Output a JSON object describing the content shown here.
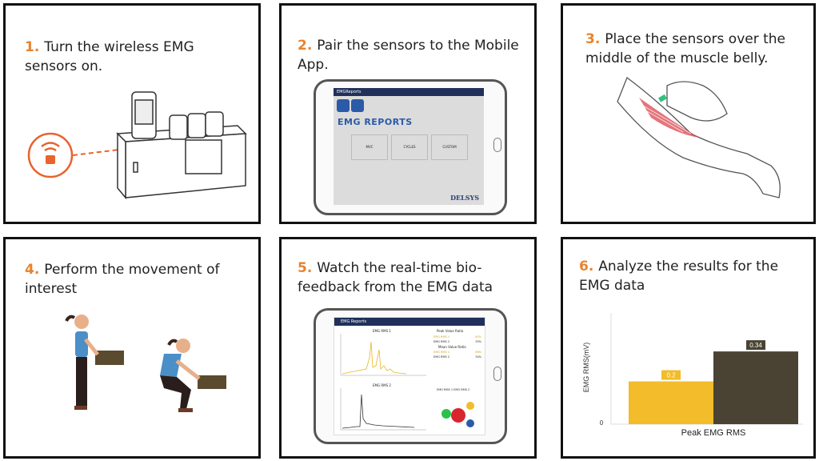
{
  "steps": [
    {
      "num": "1.",
      "text": "Turn the wireless EMG sensors on."
    },
    {
      "num": "2.",
      "text": "Pair the sensors to the Mobile App."
    },
    {
      "num": "3.",
      "text": "Place the sensors over the middle of the muscle belly."
    },
    {
      "num": "4.",
      "text": "Perform the movement of interest"
    },
    {
      "num": "5.",
      "text": "Watch the real-time bio-feedback from the EMG data"
    },
    {
      "num": "6.",
      "text": "Analyze the results for the EMG data"
    }
  ],
  "app_screen": {
    "header": "EMGReports",
    "logo": "EMG REPORTS",
    "buttons": [
      "MVC",
      "CYCLES",
      "CUSTOM"
    ],
    "brand": "DELSYS"
  },
  "feedback_screen": {
    "header": "EMG Reports",
    "chart1_title": "EMG RMS 1",
    "chart2_title": "EMG RMS 2",
    "peak_title": "Peak Value Ratio",
    "mean_title": "Mean Value Ratio",
    "rows": [
      {
        "label": "EMG RMS 1",
        "value": "65%"
      },
      {
        "label": "EMG RMS 2",
        "value": "35%"
      },
      {
        "label": "EMG RMS 1",
        "value": "66%"
      },
      {
        "label": "EMG RMS 2",
        "value": "34%"
      }
    ],
    "legend": "EMG RMS 1  EMG RMS 2"
  },
  "colors": {
    "accent": "#e8832e",
    "bar1": "#f2bc2a",
    "bar2": "#4a4333",
    "muscle": "#d9474f"
  },
  "chart_data": {
    "type": "bar",
    "categories": [
      "Peak EMG RMS"
    ],
    "series": [
      {
        "values": [
          0.2
        ]
      },
      {
        "values": [
          0.34
        ]
      }
    ],
    "data_labels": [
      "0.2",
      "0.34"
    ],
    "xlabel": "Peak EMG RMS",
    "ylabel": "EMG RMS(mV)",
    "ylim": [
      0,
      0.52
    ],
    "y_ticks": [
      "0"
    ]
  }
}
